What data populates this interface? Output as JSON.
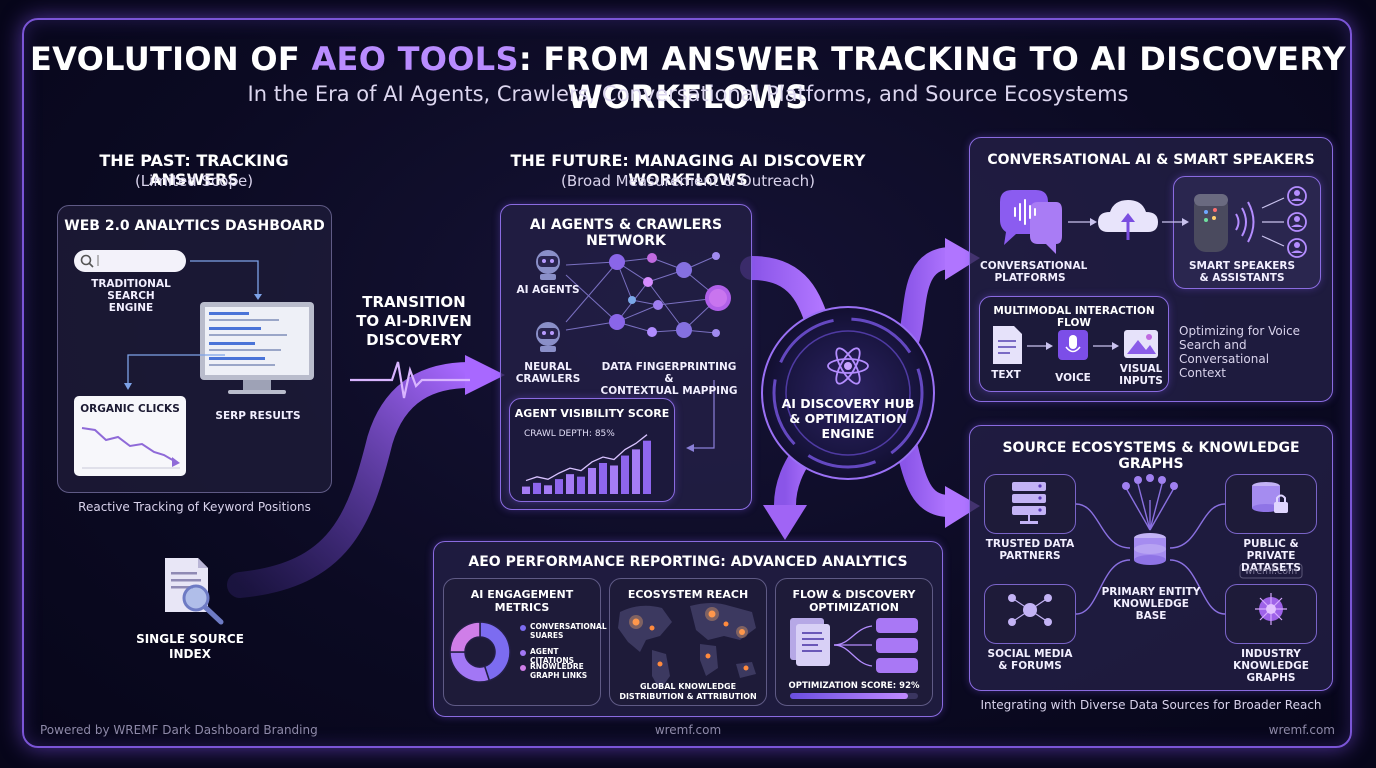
{
  "header": {
    "title_pre": "EVOLUTION OF ",
    "title_hl": "AEO TOOLS",
    "title_post": ": FROM ANSWER TRACKING TO AI DISCOVERY WORKFLOWS",
    "subtitle": "In the Era of AI Agents, Crawlers, Conversational Platforms, and Source Ecosystems"
  },
  "past": {
    "heading": "THE PAST: TRACKING ANSWERS",
    "sub": "(Limited Scope)",
    "panel_title": "WEB 2.0 ANALYTICS DASHBOARD",
    "search_engine_1": "TRADITIONAL",
    "search_engine_2": "SEARCH ENGINE",
    "serp": "SERP RESULTS",
    "clicks": "ORGANIC CLICKS",
    "caption": "Reactive Tracking of Keyword Positions",
    "single_1": "SINGLE SOURCE",
    "single_2": "INDEX"
  },
  "transition": {
    "line1": "TRANSITION",
    "line2": "TO AI-DRIVEN",
    "line3": "DISCOVERY"
  },
  "future": {
    "heading": "THE FUTURE: MANAGING AI DISCOVERY WORKFLOWS",
    "sub": "(Broad Measurement & Outreach)",
    "panel_title": "AI AGENTS & CRAWLERS NETWORK",
    "agents": "AI AGENTS",
    "crawlers_1": "NEURAL",
    "crawlers_2": "CRAWLERS",
    "fingerprint_1": "DATA FINGERPRINTING &",
    "fingerprint_2": "CONTEXTUAL MAPPING",
    "visibility_title": "AGENT VISIBILITY SCORE",
    "crawl_depth": "CRAWL DEPTH: 85%",
    "bars": [
      0.12,
      0.18,
      0.14,
      0.24,
      0.32,
      0.28,
      0.42,
      0.5,
      0.46,
      0.62,
      0.72,
      0.86
    ]
  },
  "hub": {
    "line1": "AI DISCOVERY HUB",
    "line2": "& OPTIMIZATION",
    "line3": "ENGINE"
  },
  "conversational": {
    "title": "CONVERSATIONAL AI & SMART SPEAKERS",
    "platforms_1": "CONVERSATIONAL",
    "platforms_2": "PLATFORMS",
    "speakers_1": "SMART SPEAKERS",
    "speakers_2": "& ASSISTANTS",
    "multimodal_title": "MULTIMODAL INTERACTION FLOW",
    "text": "TEXT",
    "voice": "VOICE",
    "visual_1": "VISUAL",
    "visual_2": "INPUTS",
    "note_1": "Optimizing for Voice",
    "note_2": "Search and Conversational",
    "note_3": "Context"
  },
  "sources": {
    "title": "SOURCE ECOSYSTEMS & KNOWLEDGE GRAPHS",
    "trusted_1": "TRUSTED DATA",
    "trusted_2": "PARTNERS",
    "public_1": "PUBLIC & PRIVATE",
    "public_2": "DATASETS",
    "watermark": "wremf.com",
    "primary_1": "PRIMARY ENTITY",
    "primary_2": "KNOWLEDGE BASE",
    "social_1": "SOCIAL MEDIA",
    "social_2": "& FORUMS",
    "industry_1": "INDUSTRY",
    "industry_2": "KNOWLEDGE",
    "industry_3": "GRAPHS",
    "caption": "Integrating with Diverse Data Sources for Broader Reach"
  },
  "reporting": {
    "title": "AEO PERFORMANCE REPORTING: ADVANCED ANALYTICS",
    "engagement_title": "AI ENGAGEMENT METRICS",
    "legend": [
      {
        "label_1": "CONVERSATIONAL",
        "label_2": "SUARES",
        "color": "#7c6cf0"
      },
      {
        "label_1": "AGENT CITATIONS",
        "label_2": "",
        "color": "#a277f5"
      },
      {
        "label_1": "RNOWLEDRE",
        "label_2": "GRAPH LINKS",
        "color": "#cf7ee8"
      }
    ],
    "donut": [
      0.45,
      0.3,
      0.25
    ],
    "reach_title": "ECOSYSTEM REACH",
    "reach_caption_1": "GLOBAL KNOWLEDGE",
    "reach_caption_2": "DISTRIBUTION & ATTRIBUTION",
    "flow_title_1": "FLOW & DISCOVERY",
    "flow_title_2": "OPTIMIZATION",
    "opt_score": "OPTIMIZATION SCORE: 92%",
    "opt_value": 0.92
  },
  "footer": {
    "left": "Powered by WREMF Dark Dashboard Branding",
    "center": "wremf.com",
    "right": "wremf.com"
  },
  "colors": {
    "accent": "#b98cff",
    "panel_border": "#8a6be0",
    "arrow": "#9a5cf0"
  }
}
